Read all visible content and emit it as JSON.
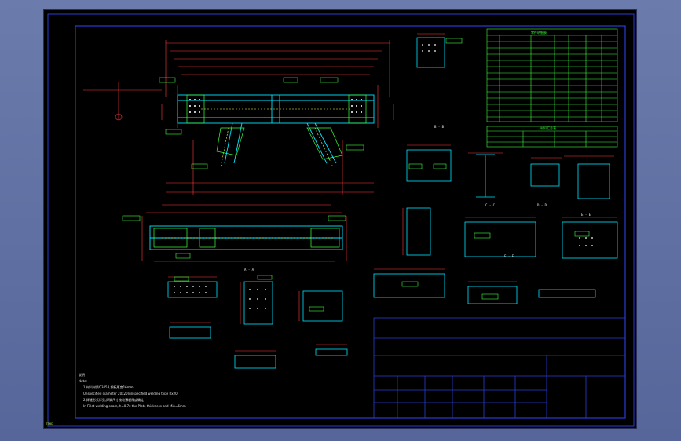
{
  "notes": {
    "title": "说明",
    "heading": "Note:",
    "line1": "1.材料材质Q345B,钢板厚度16mm",
    "line2": "  Unspecified diameter 20x20(unspecified welding type Rx20)",
    "line3": "2.焊缝形式详见,焊脚尺寸按较薄板厚度确定",
    "line4": "  In Fillet welding seam, h=0.7x the Plate thickness and Min=6mm"
  },
  "sections": {
    "aa": "A - A",
    "bb": "B - B",
    "cc": "C - C",
    "dd": "D - D",
    "ee": "E - E",
    "ff": "F - F"
  },
  "tables": {
    "parts_header": "零件明细表",
    "summary_header": "材料汇总表"
  },
  "corner_tag": "TIME",
  "colors": {
    "background": "#000000",
    "frame": "#2a3bd6",
    "dimension": "#ff3b3b",
    "part": "#00e5ff",
    "table": "#3cff3c",
    "weld": "#ffff40"
  }
}
